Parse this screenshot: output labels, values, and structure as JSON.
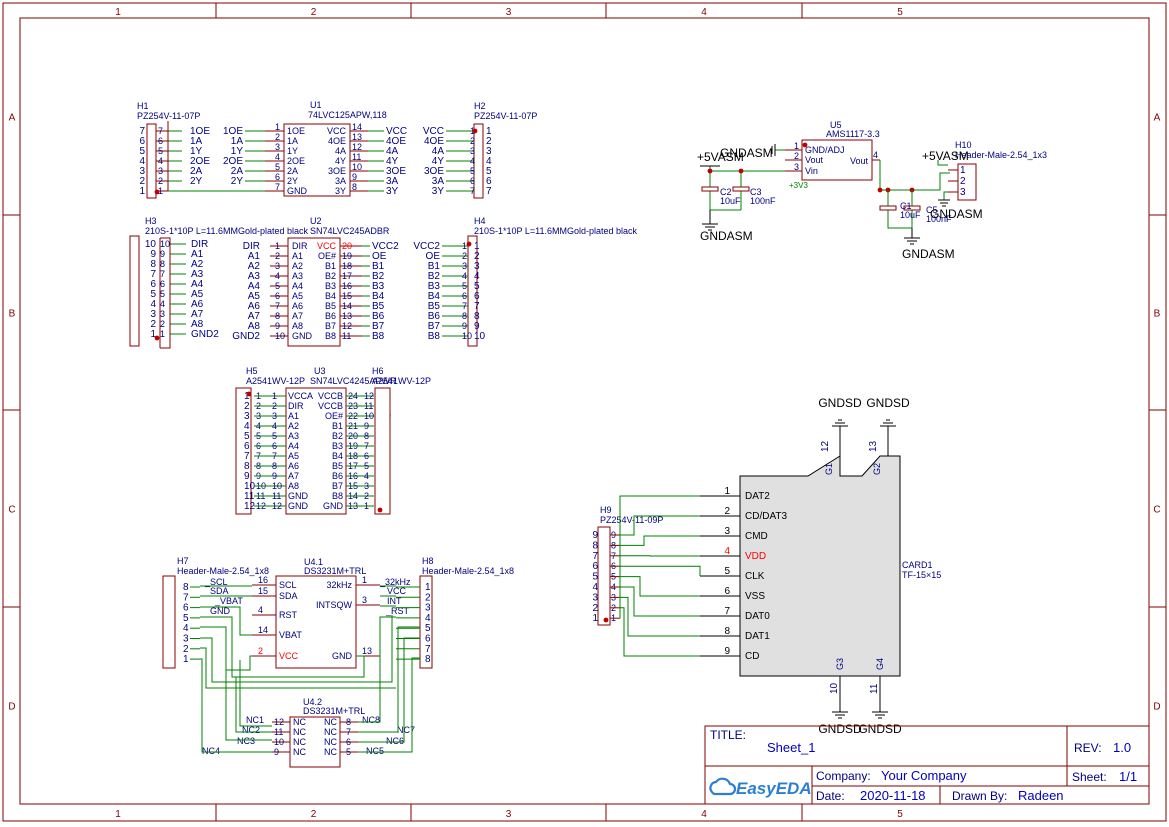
{
  "sheet": {
    "col_labels": [
      "1",
      "2",
      "3",
      "4",
      "5"
    ],
    "row_labels": [
      "A",
      "B",
      "C",
      "D"
    ]
  },
  "title_block": {
    "title_label": "TITLE:",
    "title_value": "Sheet_1",
    "rev_label": "REV:",
    "rev_value": "1.0",
    "company_label": "Company:",
    "company_value": "Your Company",
    "sheet_label": "Sheet:",
    "sheet_value": "1/1",
    "date_label": "Date:",
    "date_value": "2020-11-18",
    "drawn_label": "Drawn By:",
    "drawn_value": "Radeen",
    "logo_text": "EasyEDA"
  },
  "components": {
    "H1": {
      "ref": "H1",
      "part": "PZ254V-11-07P",
      "pins": [
        "7",
        "6",
        "5",
        "4",
        "3",
        "2",
        "1"
      ],
      "nets": [
        "1OE",
        "1A",
        "1Y",
        "2OE",
        "2A",
        "2Y"
      ]
    },
    "U1": {
      "ref": "U1",
      "part": "74LVC125APW,118",
      "left": [
        "1OE",
        "1A",
        "1Y",
        "2OE",
        "2A",
        "2Y",
        "GND"
      ],
      "left_nums": [
        "1",
        "2",
        "3",
        "4",
        "5",
        "6",
        "7"
      ],
      "right": [
        "VCC",
        "4OE",
        "4A",
        "4Y",
        "3OE",
        "3A",
        "3Y"
      ],
      "right_nums": [
        "14",
        "13",
        "12",
        "11",
        "10",
        "9",
        "8"
      ],
      "left_nets": [
        "1OE",
        "1A",
        "1Y",
        "2OE",
        "2A",
        "2Y"
      ],
      "right_nets": [
        "VCC",
        "4OE",
        "4A",
        "4Y",
        "3OE",
        "3A",
        "3Y"
      ]
    },
    "H2": {
      "ref": "H2",
      "part": "PZ254V-11-07P",
      "pins": [
        "1",
        "2",
        "3",
        "4",
        "5",
        "6",
        "7"
      ],
      "nets": [
        "VCC",
        "4OE",
        "4A",
        "4Y",
        "3OE",
        "3A",
        "3Y"
      ]
    },
    "H3": {
      "ref": "H3",
      "part": "210S-1*10P L=11.6MMGold-plated black",
      "pins": [
        "10",
        "9",
        "8",
        "7",
        "6",
        "5",
        "4",
        "3",
        "2",
        "1"
      ],
      "nets": [
        "DIR",
        "A1",
        "A2",
        "A3",
        "A4",
        "A5",
        "A6",
        "A7",
        "A8",
        "GND2"
      ]
    },
    "U2": {
      "ref": "U2",
      "part": "SN74LVC245ADBR",
      "left": [
        "DIR",
        "A1",
        "A2",
        "A3",
        "A4",
        "A5",
        "A6",
        "A7",
        "A8",
        "GND"
      ],
      "left_nums": [
        "1",
        "2",
        "3",
        "4",
        "5",
        "6",
        "7",
        "8",
        "9",
        "10"
      ],
      "right": [
        "VCC",
        "OE#",
        "B1",
        "B2",
        "B3",
        "B4",
        "B5",
        "B6",
        "B7",
        "B8"
      ],
      "right_nums": [
        "20",
        "19",
        "18",
        "17",
        "16",
        "15",
        "14",
        "13",
        "12",
        "11"
      ],
      "left_nets": [
        "DIR",
        "A1",
        "A2",
        "A3",
        "A4",
        "A5",
        "A6",
        "A7",
        "A8",
        "GND2"
      ],
      "right_nets": [
        "VCC2",
        "OE",
        "B1",
        "B2",
        "B3",
        "B4",
        "B5",
        "B6",
        "B7",
        "B8"
      ]
    },
    "H4": {
      "ref": "H4",
      "part": "210S-1*10P L=11.6MMGold-plated black",
      "pins": [
        "1",
        "2",
        "3",
        "4",
        "5",
        "6",
        "7",
        "8",
        "9",
        "10"
      ],
      "nets": [
        "VCC2",
        "OE",
        "B1",
        "B2",
        "B3",
        "B4",
        "B5",
        "B6",
        "B7",
        "B8"
      ]
    },
    "H5": {
      "ref": "H5",
      "part": "A2541WV-12P",
      "pins": [
        "1",
        "2",
        "3",
        "4",
        "5",
        "6",
        "7",
        "8",
        "9",
        "10",
        "11",
        "12"
      ]
    },
    "U3": {
      "ref": "U3",
      "part": "SN74LVC4245APWR",
      "left": [
        "VCCA",
        "DIR",
        "A1",
        "A2",
        "A3",
        "A4",
        "A5",
        "A6",
        "A7",
        "A8",
        "GND",
        "GND"
      ],
      "left_nums": [
        "1",
        "2",
        "3",
        "4",
        "5",
        "6",
        "7",
        "8",
        "9",
        "10",
        "11",
        "12"
      ],
      "right": [
        "VCCB",
        "VCCB",
        "OE#",
        "B1",
        "B2",
        "B3",
        "B4",
        "B5",
        "B6",
        "B7",
        "B8",
        "GND"
      ],
      "right_nums": [
        "24",
        "23",
        "22",
        "21",
        "20",
        "19",
        "18",
        "17",
        "16",
        "15",
        "14",
        "13"
      ]
    },
    "H6": {
      "ref": "H6",
      "part": "A2541WV-12P",
      "pins": [
        "12",
        "11",
        "10",
        "9",
        "8",
        "7",
        "6",
        "5",
        "4",
        "3",
        "2",
        "1"
      ]
    },
    "H7": {
      "ref": "H7",
      "part": "Header-Male-2.54_1x8",
      "pins": [
        "8",
        "7",
        "6",
        "5",
        "4",
        "3",
        "2",
        "1"
      ]
    },
    "U41": {
      "ref": "U4.1",
      "part": "DS3231M+TRL",
      "left": [
        "SCL",
        "SDA",
        "RST",
        "VBAT",
        "VCC"
      ],
      "left_nums": [
        "16",
        "15",
        "4",
        "14",
        "2"
      ],
      "right": [
        "32kHz",
        "INTSQW",
        "GND"
      ],
      "right_nums": [
        "1",
        "3",
        "13"
      ],
      "nets_l": [
        "_SCL",
        "_SDA",
        "_VBAT",
        "GND"
      ],
      "nets_r": [
        "_32kHz",
        "_VCC",
        "_INT",
        "_RST"
      ]
    },
    "H8": {
      "ref": "H8",
      "part": "Header-Male-2.54_1x8",
      "pins": [
        "1",
        "2",
        "3",
        "4",
        "5",
        "6",
        "7",
        "8"
      ]
    },
    "U42": {
      "ref": "U4.2",
      "part": "DS3231M+TRL",
      "left": [
        "NC",
        "NC",
        "NC",
        "NC"
      ],
      "left_nums": [
        "12",
        "11",
        "10",
        "9"
      ],
      "right": [
        "NC",
        "NC",
        "NC",
        "NC"
      ],
      "right_nums": [
        "8",
        "7",
        "6",
        "5"
      ],
      "nets": [
        "NC1",
        "NC2",
        "NC3",
        "NC4",
        "NC8",
        "NC7",
        "NC6",
        "NC5"
      ]
    },
    "U5": {
      "ref": "U5",
      "part": "AMS1117-3.3",
      "left": [
        "GND/ADJ",
        "Vout",
        "Vin"
      ],
      "left_nums": [
        "1",
        "2",
        "3"
      ],
      "right": [
        "Vout"
      ],
      "right_nums": [
        "4"
      ],
      "pwr": "+5VASM",
      "gnd": "GNDASM",
      "v33": "+3V3"
    },
    "C2": {
      "ref": "C2",
      "val": "10uF"
    },
    "C3": {
      "ref": "C3",
      "val": "100nF"
    },
    "C1": {
      "ref": "C1",
      "val": "10uF"
    },
    "C5": {
      "ref": "C5",
      "val": "100nF"
    },
    "H10": {
      "ref": "H10",
      "part": "Header-Male-2.54_1x3",
      "pins": [
        "1",
        "2",
        "3"
      ],
      "pwr": "+5VASM",
      "gnd": "GNDASM"
    },
    "H9": {
      "ref": "H9",
      "part": "PZ254V-11-09P",
      "pins": [
        "9",
        "8",
        "7",
        "6",
        "5",
        "4",
        "3",
        "2",
        "1"
      ]
    },
    "CARD1": {
      "ref": "CARD1",
      "part": "TF-15×15",
      "pins": [
        "DAT2",
        "CD/DAT3",
        "CMD",
        "VDD",
        "CLK",
        "VSS",
        "DAT0",
        "DAT1",
        "CD"
      ],
      "pin_nums": [
        "1",
        "2",
        "3",
        "4",
        "5",
        "6",
        "7",
        "8",
        "9"
      ],
      "top": [
        "G1",
        "G2"
      ],
      "top_nums": [
        "12",
        "13"
      ],
      "bottom": [
        "G3",
        "G4"
      ],
      "bottom_nums": [
        "10",
        "11"
      ],
      "gnd": "GNDSD"
    }
  },
  "colors": {
    "frame": "#800000",
    "wire": "#008000",
    "pin": "#880000",
    "text": "#000080",
    "red": "#ff0000",
    "ic_fill": "#ffffff",
    "card_fill": "#e0e0e0"
  }
}
